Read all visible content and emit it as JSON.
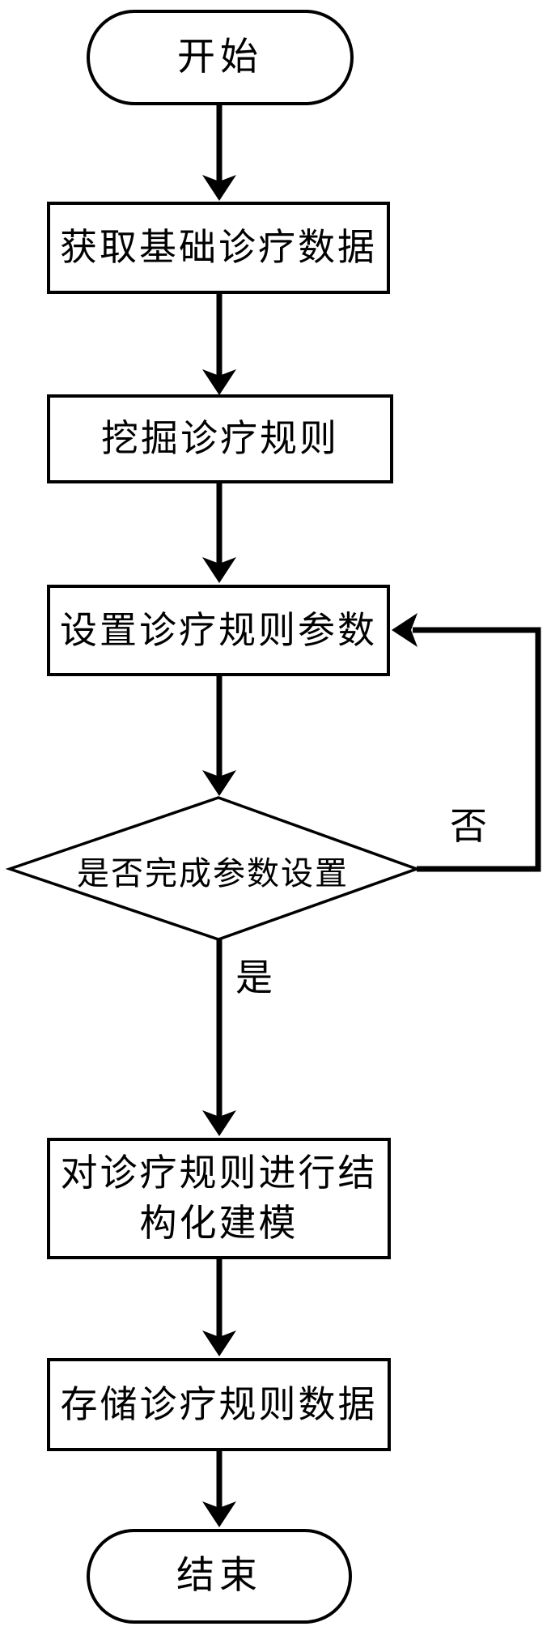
{
  "flowchart": {
    "nodes": {
      "start": "开始",
      "step1": "获取基础诊疗数据",
      "step2": "挖掘诊疗规则",
      "step3": "设置诊疗规则参数",
      "decision": "是否完成参数设置",
      "step4_line1": "对诊疗规则进行结",
      "step4_line2": "构化建模",
      "step5": "存储诊疗规则数据",
      "end": "结束"
    },
    "edges": {
      "yes": "是",
      "no": "否"
    },
    "colors": {
      "stroke": "#000000",
      "background": "#ffffff"
    }
  }
}
